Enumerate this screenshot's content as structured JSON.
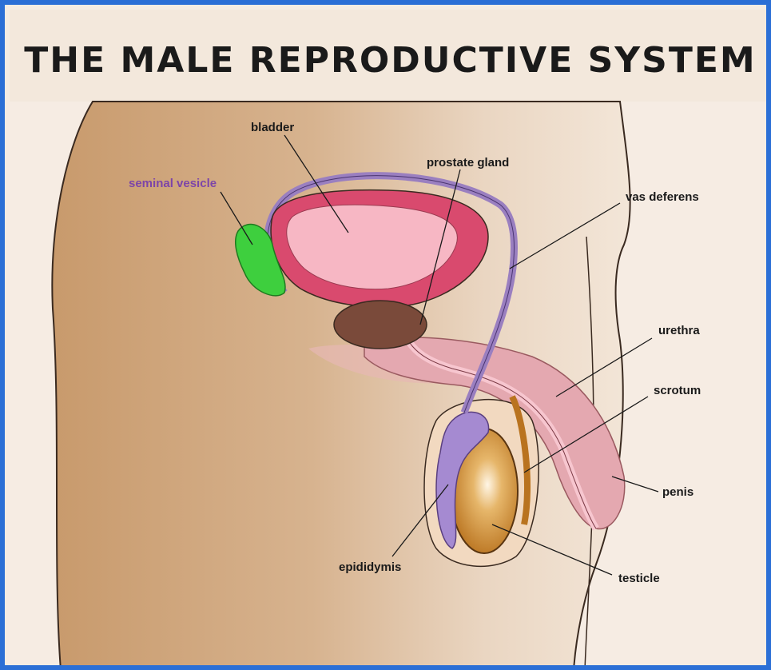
{
  "title": "THE MALE REPRODUCTIVE SYSTEM",
  "labels": {
    "bladder": "bladder",
    "prostate_gland": "prostate gland",
    "seminal_vesicle": "seminal vesicle",
    "vas_deferens": "vas deferens",
    "urethra": "urethra",
    "scrotum": "scrotum",
    "penis": "penis",
    "epididymis": "epididymis",
    "testicle": "testicle"
  },
  "colors": {
    "border": "#2b6fd6",
    "background": "#f6ece3",
    "body_skin": "#d6b08a",
    "bladder": "#d94a6e",
    "bladder_inner": "#f7b7c4",
    "prostate": "#7a4a3a",
    "seminal_vesicle": "#3ecf3e",
    "vas_deferens": "#9a7fc0",
    "urethra_penis": "#e3a3ad",
    "testicle": "#c8852a",
    "label_highlight": "#7d45a8"
  }
}
